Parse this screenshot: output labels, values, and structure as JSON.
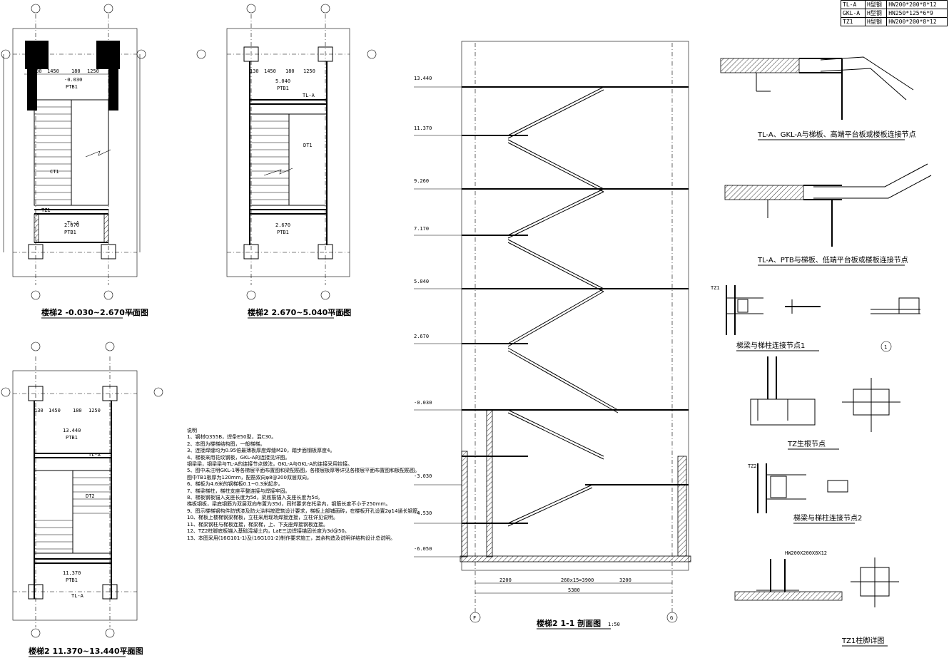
{
  "beam_table": {
    "rows": [
      {
        "code": "TL-A",
        "type": "H型钢",
        "spec": "HW200*200*8*12"
      },
      {
        "code": "GKL-A",
        "type": "H型钢",
        "spec": "HN250*125*6*9"
      },
      {
        "code": "TZ1",
        "type": "H型钢",
        "spec": "HW200*200*8*12"
      }
    ]
  },
  "plans": {
    "plan1_title": "楼梯2  -0.030~2.670平面图",
    "plan2_title": "楼梯2  2.670~5.040平面图",
    "plan3_title": "楼梯2  11.370~13.440平面图",
    "scale": "1:50",
    "plan1_elev_top": "-0.030",
    "plan1_elev_mid": "2.670",
    "plan2_elev_top": "5.040",
    "plan2_elev_mid": "2.670",
    "plan3_elev_top": "13.440",
    "plan3_elev_bot": "11.370",
    "ptb": "PTB1",
    "dim_1450": "1450",
    "dim_180": "180",
    "dim_1250": "1250",
    "dim_130": "130",
    "label_tl": "TL-A",
    "label_tz": "TZ1",
    "label_ct1": "CT1",
    "label_dt1": "DT1",
    "label_dt2": "DT2"
  },
  "section": {
    "title": "楼梯2  1-1  剖面图",
    "scale": "1:50",
    "axis_f": "F",
    "axis_g": "G",
    "elevations": [
      "13.440",
      "11.370",
      "9.260",
      "7.170",
      "5.040",
      "2.670",
      "-0.030",
      "-3.030",
      "-4.530",
      "-6.050"
    ],
    "dim_total": "5380",
    "dim_2200": "2200",
    "dim_3200": "3200",
    "dim_steps": "260x15=3900"
  },
  "details": {
    "d1_title": "TL-A、GKL-A与梯板、高端平台板或楼板连接节点",
    "d2_title": "TL-A、PTB与梯板、低端平台板或楼板连接节点",
    "d3_title": "梯梁与梯柱连接节点1",
    "d4_title": "TZ生根节点",
    "d5_title": "梯梁与梯柱连接节点2",
    "d6_title": "TZ1柱脚详图",
    "d3_label": "TZ1",
    "d4_label": "TZ2",
    "d6_label": "HW200X200X8X12",
    "circle_1": "1"
  },
  "notes": {
    "heading": "说明",
    "lines": [
      "1、钢材Q355B，焊条E50型，混C30。",
      "2、本图为楼梯结构图，一般梯梯。",
      "3、连接焊缝均为0.95倍最薄板厚度焊缝M20，踏步面钢板厚度4。",
      "4、梯板采用花纹钢板，GKL-A的连接见详图。",
      "   钢梁梁，钢梁梁与TL-A的连接节点做法，GKL-A与GKL-A的连接采用铰接。",
      "5、图中未注明GKL-1等各梯层平面布置图和梁配筋图，各楼层板厚等详见各楼层平面布置图和板配筋图。",
      "   图中TB1板厚为120mm，配筋双向φ8@200双层双向。",
      "6、梯板为4.6米的钢梯板0.1~0.3米起步。",
      "7、梯梁梯柱，梯柱支座平整连接与焊接牢固。",
      "8、梯板钢板锚入支座长度为5d，梁底筋锚入支座长度为5d。",
      "   梯板钢板，梁底钢筋为双层双向布置为35d，同时要求在托梁内，钢筋长度不小于250mm。",
      "9、图示楼梯钢构件防锈漆及防火涂料按建筑设计要求，梯板上部铺面砖，在楼板开孔设置2φ14通长钢筋。",
      "10、梯板上楼梯钢梁梯板，立柱采用现场焊接连接，立柱详见说明。",
      "11、梯梁钢柱与梯板连接，梯梁梯，上、下支座焊接钢板连接。",
      "12、TZ2柱脚底板锚入基础混凝土内，LaE三边焊接锚固长度为3d@50。",
      "13、本图采用(16G101-1)及(16G101-2)制作要求施工，其余构造及说明详结构设计总说明。"
    ]
  }
}
